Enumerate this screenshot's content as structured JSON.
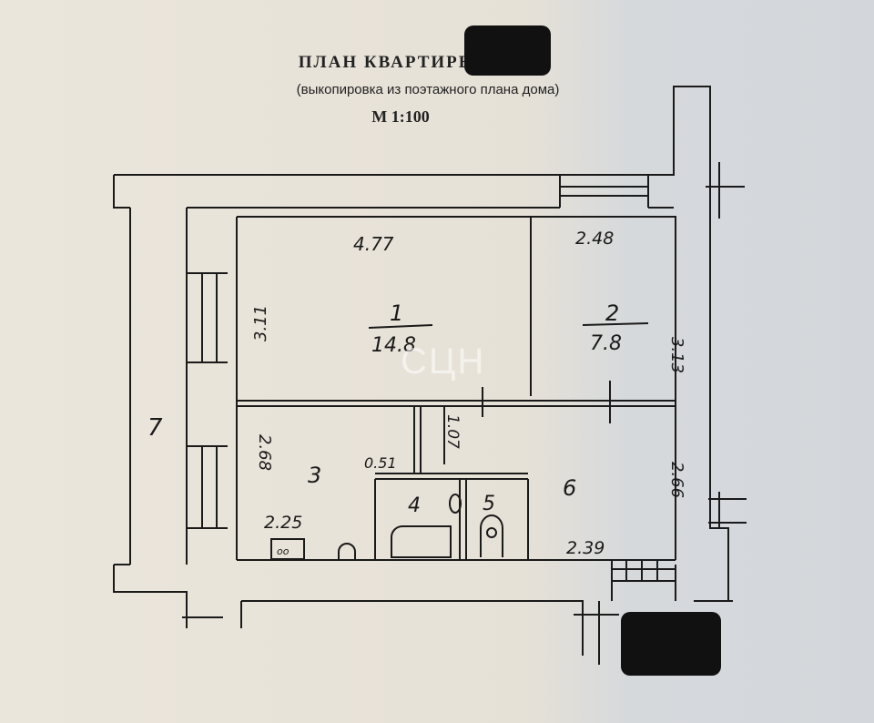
{
  "header": {
    "title": "ПЛАН КВАРТИРЫ №",
    "subtitle": "(выкопировка из поэтажного плана дома)",
    "scale": "М 1:100"
  },
  "watermark": "СЦН",
  "rooms": [
    {
      "number": "1",
      "area": "14.8"
    },
    {
      "number": "2",
      "area": "7.8"
    },
    {
      "number": "3"
    },
    {
      "number": "4"
    },
    {
      "number": "5"
    },
    {
      "number": "6"
    },
    {
      "number": "7"
    }
  ],
  "dimensions": {
    "room1_width": "4.77",
    "room1_depth": "3.11",
    "room2_width": "2.48",
    "room2_depth": "3.13",
    "room3_depth": "2.68",
    "room3_width": "2.25",
    "corridor_width": "0.51",
    "corridor_depth": "1.07",
    "room6_depth": "2.66",
    "room6_width": "2.39"
  },
  "stove_label": "oo"
}
